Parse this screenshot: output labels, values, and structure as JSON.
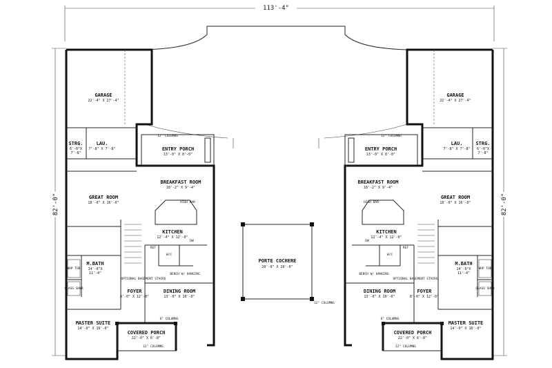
{
  "dimensions": {
    "overall_width": "113'-4\"",
    "overall_depth": "82'-0\""
  },
  "shared": {
    "porte_cochere": {
      "name": "PORTE COCHERE",
      "size": "20'-0\" X 20'-0\""
    },
    "columns_note": "12\" COLUMNS"
  },
  "left_unit": {
    "garage": {
      "name": "GARAGE",
      "size": "22'-4\" X 27'-4\""
    },
    "storage": {
      "name": "STRG.",
      "size": "6'-0\"X",
      "size2": "7'-8\""
    },
    "laundry": {
      "name": "LAU.",
      "size": "7'-8\" X 7'-8\""
    },
    "entry_porch": {
      "name": "ENTRY PORCH",
      "size": "13'-0\" X 8'-0\""
    },
    "breakfast_room": {
      "name": "BREAKFAST ROOM",
      "size": "18'-2\" X 9'-4\""
    },
    "great_room": {
      "name": "GREAT ROOM",
      "size": "18'-0\" X 16'-0\""
    },
    "kitchen": {
      "name": "KITCHEN",
      "size": "12'-4\" X 12'-0\""
    },
    "master_bath": {
      "name": "M.BATH",
      "size": "14'-0\"X",
      "size2": "11'-4\""
    },
    "foyer": {
      "name": "FOYER",
      "size": "8'-0\" X 12'-0\""
    },
    "dining_room": {
      "name": "DINING ROOM",
      "size": "13'-0\" X 10'-0\""
    },
    "master_suite": {
      "name": "MASTER SUITE",
      "size": "14'-0\" X 16'-0\""
    },
    "covered_porch": {
      "name": "COVERED PORCH",
      "size": "22'-0\" X 6'-8\""
    },
    "labels": {
      "high_bar": "HIGH BAR",
      "dw": "DW",
      "ref": "REF",
      "bench": "BENCH W/ HANGING",
      "optional_stairs": "OPTIONAL BASEMENT STAIRS",
      "whp_tub": "WHP TUB",
      "glass_shwr": "GLASS SHWR",
      "col12": "12\" COLUMNS",
      "col8": "8\" COLUMNS",
      "wic": "W/C"
    }
  },
  "right_unit": {
    "garage": {
      "name": "GARAGE",
      "size": "22'-4\" X 27'-4\""
    },
    "storage": {
      "name": "STRG.",
      "size": "6'-0\"X",
      "size2": "7'-8\""
    },
    "laundry": {
      "name": "LAU.",
      "size": "7'-8\" X 7'-8\""
    },
    "entry_porch": {
      "name": "ENTRY PORCH",
      "size": "13'-0\" X 8'-0\""
    },
    "breakfast_room": {
      "name": "BREAKFAST ROOM",
      "size": "18'-2\" X 9'-4\""
    },
    "great_room": {
      "name": "GREAT ROOM",
      "size": "18'-0\" X 16'-0\""
    },
    "kitchen": {
      "name": "KITCHEN",
      "size": "12'-4\" X 12'-0\""
    },
    "master_bath": {
      "name": "M.BATH",
      "size": "14'-0\"X",
      "size2": "11'-4\""
    },
    "foyer": {
      "name": "FOYER",
      "size": "8'-0\" X 12'-0\""
    },
    "dining_room": {
      "name": "DINING ROOM",
      "size": "13'-0\" X 10'-0\""
    },
    "master_suite": {
      "name": "MASTER SUITE",
      "size": "14'-0\" X 16'-0\""
    },
    "covered_porch": {
      "name": "COVERED PORCH",
      "size": "22'-0\" X 6'-8\""
    },
    "labels": {
      "high_bar": "HIGH BAR",
      "dw": "DW",
      "ref": "REF",
      "bench": "BENCH W/ HANGING",
      "optional_stairs": "OPTIONAL BASEMENT STAIRS",
      "whp_tub": "WHP TUB",
      "glass_shwr": "GLASS SHWR",
      "col12": "12\" COLUMNS",
      "col8": "8\" COLUMNS",
      "wic": "W/C"
    }
  }
}
